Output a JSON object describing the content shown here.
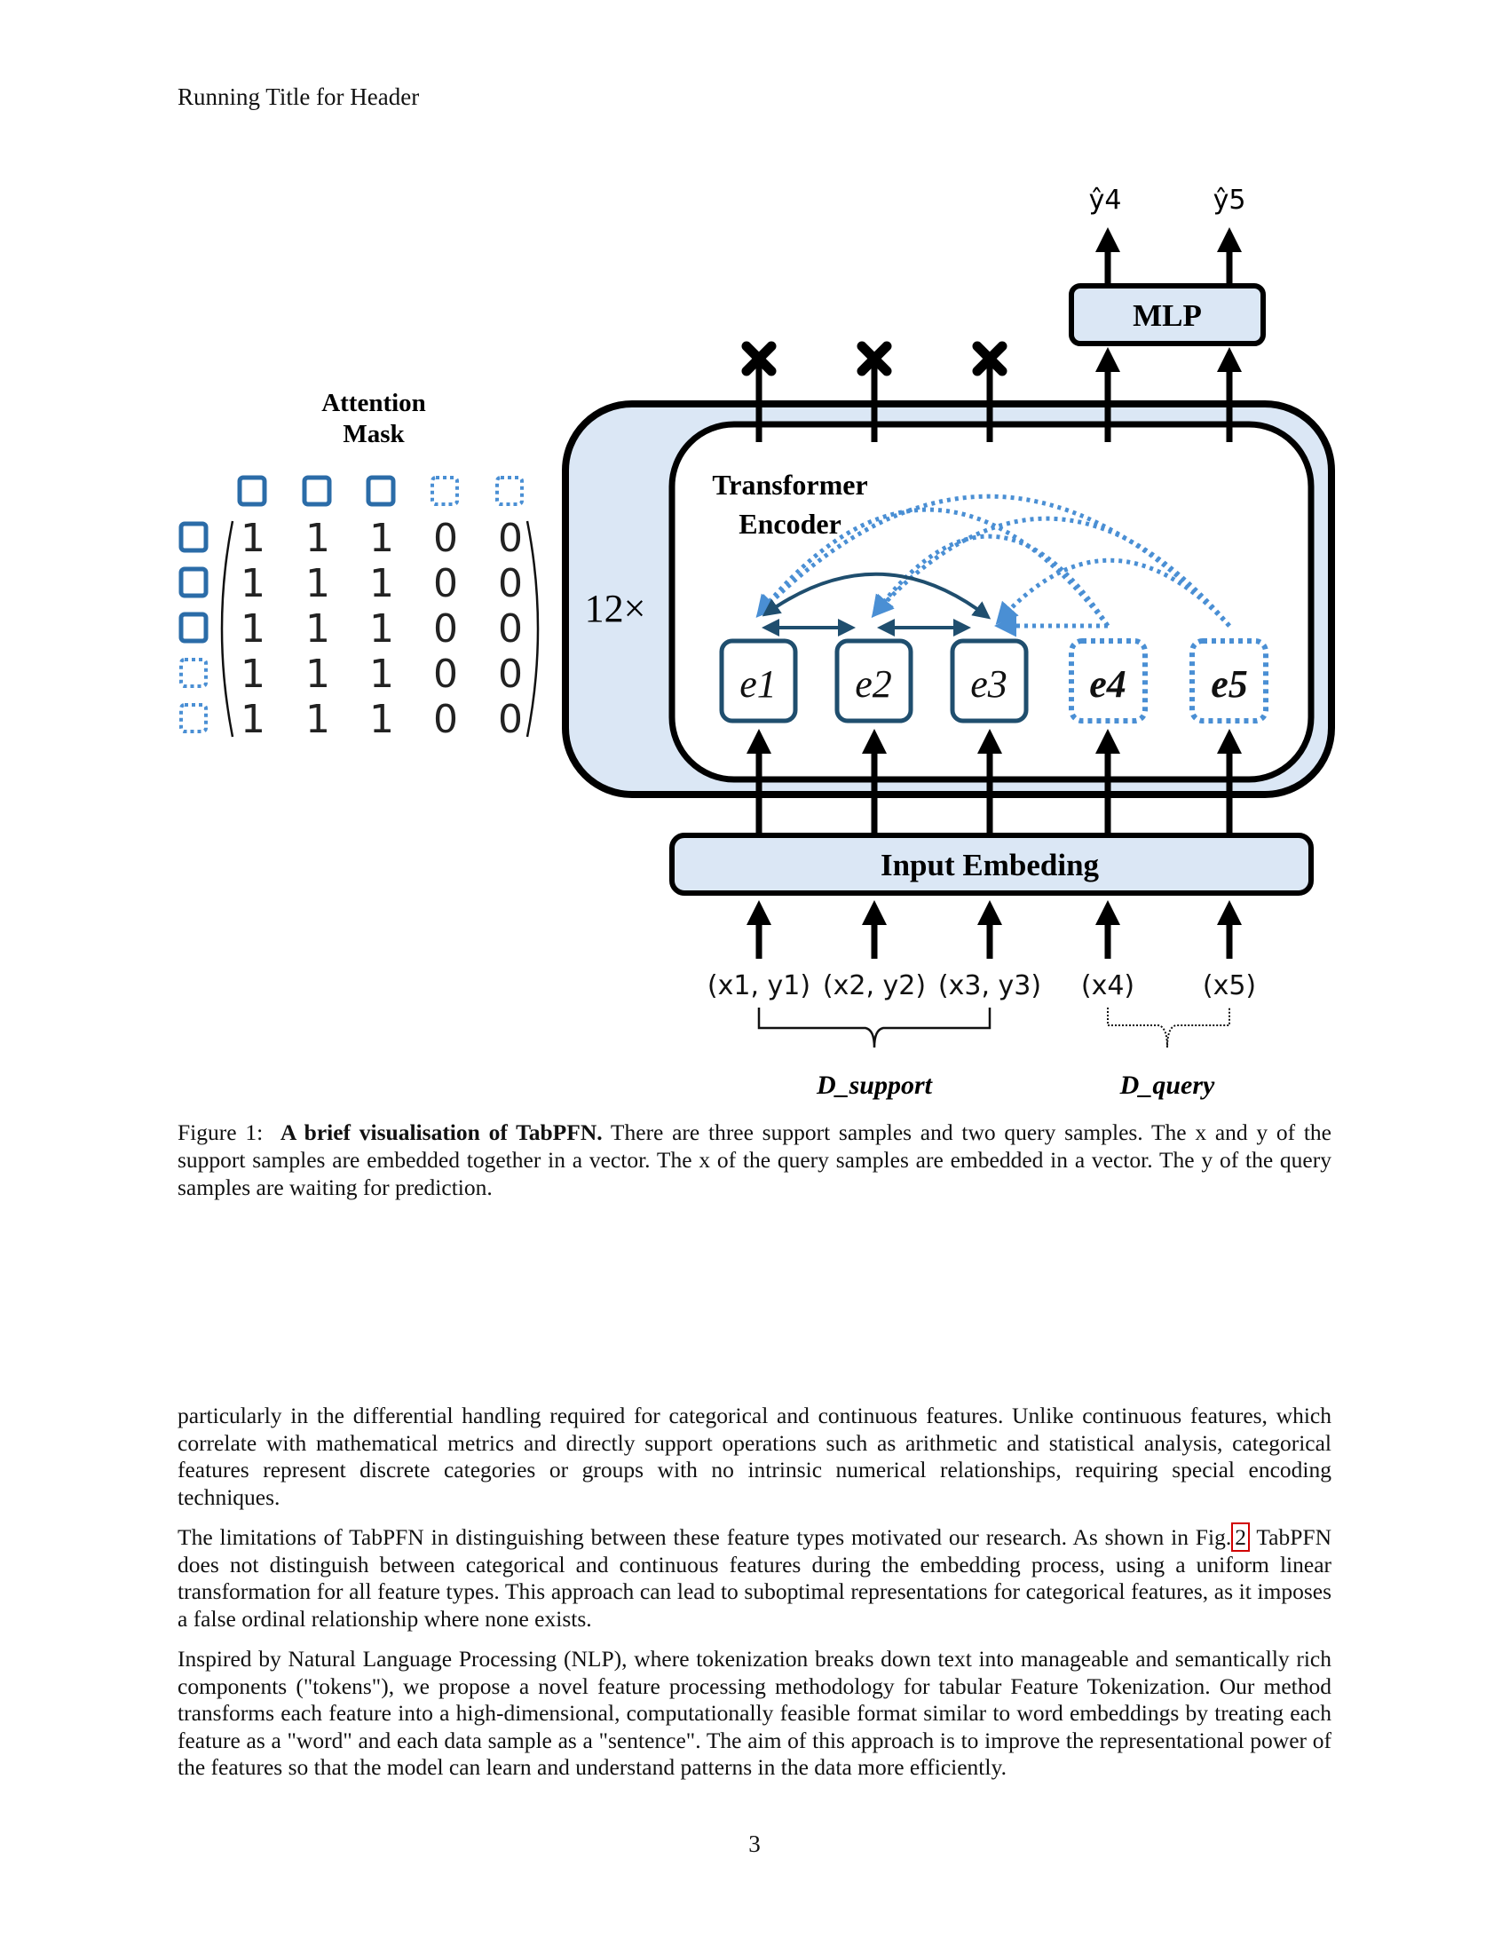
{
  "header": {
    "running_title": "Running Title for Header"
  },
  "figure": {
    "attention_mask": {
      "title_line1": "Attention",
      "title_line2": "Mask",
      "rows": [
        [
          "1",
          "1",
          "1",
          "0",
          "0"
        ],
        [
          "1",
          "1",
          "1",
          "0",
          "0"
        ],
        [
          "1",
          "1",
          "1",
          "0",
          "0"
        ],
        [
          "1",
          "1",
          "1",
          "0",
          "0"
        ],
        [
          "1",
          "1",
          "1",
          "0",
          "0"
        ]
      ]
    },
    "repeat_label": "12×",
    "encoder_title_line1": "Transformer",
    "encoder_title_line2": "Encoder",
    "mlp_label": "MLP",
    "input_embedding_label": "Input Embeding",
    "embeddings": [
      "e1",
      "e2",
      "e3",
      "e4",
      "e5"
    ],
    "outputs": [
      "ŷ4",
      "ŷ5"
    ],
    "inputs": [
      "(x1, y1)",
      "(x2, y2)",
      "(x3, y3)",
      "(x4)",
      "(x5)"
    ],
    "d_support": "D_support",
    "d_query": "D_query",
    "colors": {
      "support": "#1f4e6e",
      "query": "#4a8fd4",
      "fill": "#dbe7f5",
      "mask_box": "#2b6ca8"
    }
  },
  "caption": {
    "label": "Figure 1:",
    "bold": "A brief visualisation of TabPFN.",
    "text": "There are three support samples and two query samples. The x and y of the support samples are embedded together in a vector. The x of the query samples are embedded in a vector. The y of the query samples are waiting for prediction."
  },
  "body": {
    "p1": "particularly in the differential handling required for categorical and continuous features. Unlike continuous features, which correlate with mathematical metrics and directly support operations such as arithmetic and statistical analysis, categorical features represent discrete categories or groups with no intrinsic numerical relationships, requiring special encoding techniques.",
    "p2_before": "The limitations of TabPFN in distinguishing between these feature types motivated our research. As shown in Fig.",
    "p2_ref": "2",
    "p2_after": " TabPFN does not distinguish between categorical and continuous features during the embedding process, using a uniform linear transformation for all feature types. This approach can lead to suboptimal representations for categorical features, as it imposes a false ordinal relationship where none exists.",
    "p3": "Inspired by Natural Language Processing (NLP), where tokenization breaks down text into manageable and semantically rich components (\"tokens\"), we propose a novel feature processing methodology for tabular Feature Tokenization. Our method transforms each feature into a high-dimensional, computationally feasible format similar to word embeddings by treating each feature as a \"word\" and each data sample as a \"sentence\". The aim of this approach is to improve the representational power of the features so that the model can learn and understand patterns in the data more efficiently."
  },
  "page_number": "3"
}
